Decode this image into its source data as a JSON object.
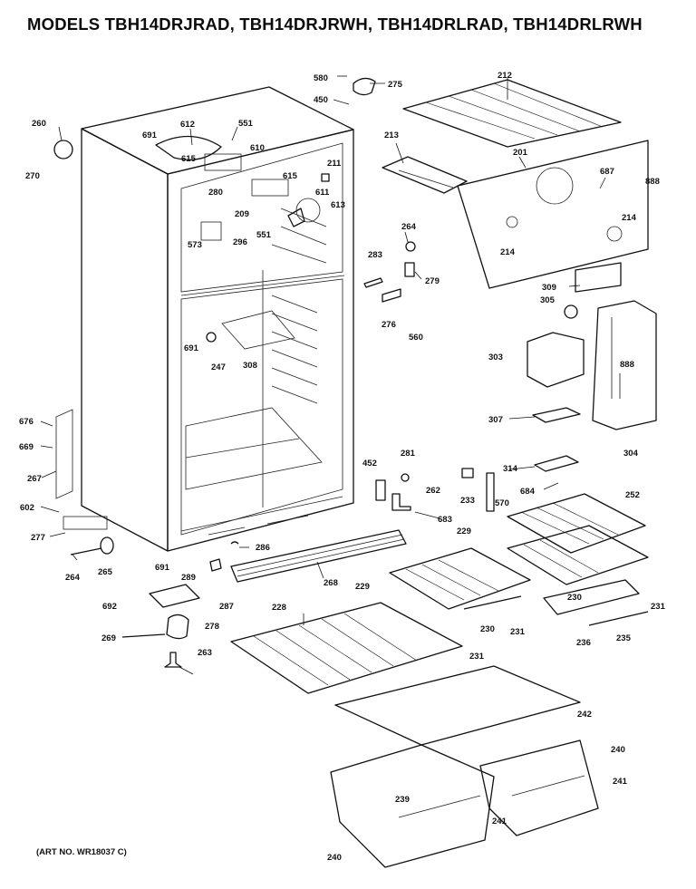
{
  "title": "MODELS TBH14DRJRAD, TBH14DRJRWH, TBH14DRLRAD, TBH14DRLRWH",
  "art_number": "(ART NO. WR18037 C)",
  "parts": [
    {
      "id": "p580",
      "text": "580"
    },
    {
      "id": "p275",
      "text": "275"
    },
    {
      "id": "p450",
      "text": "450"
    },
    {
      "id": "p212",
      "text": "212"
    },
    {
      "id": "p260",
      "text": "260"
    },
    {
      "id": "p612",
      "text": "612"
    },
    {
      "id": "p551a",
      "text": "551"
    },
    {
      "id": "p691a",
      "text": "691"
    },
    {
      "id": "p610",
      "text": "610"
    },
    {
      "id": "p615a",
      "text": "615"
    },
    {
      "id": "p270",
      "text": "270"
    },
    {
      "id": "p615b",
      "text": "615"
    },
    {
      "id": "p211",
      "text": "211"
    },
    {
      "id": "p213",
      "text": "213"
    },
    {
      "id": "p201",
      "text": "201"
    },
    {
      "id": "p687",
      "text": "687"
    },
    {
      "id": "p888a",
      "text": "888"
    },
    {
      "id": "p280",
      "text": "280"
    },
    {
      "id": "p611",
      "text": "611"
    },
    {
      "id": "p209",
      "text": "209"
    },
    {
      "id": "p613",
      "text": "613"
    },
    {
      "id": "p573",
      "text": "573"
    },
    {
      "id": "p296",
      "text": "296"
    },
    {
      "id": "p551b",
      "text": "551"
    },
    {
      "id": "p264a",
      "text": "264"
    },
    {
      "id": "p214a",
      "text": "214"
    },
    {
      "id": "p214b",
      "text": "214"
    },
    {
      "id": "p283",
      "text": "283"
    },
    {
      "id": "p279",
      "text": "279"
    },
    {
      "id": "p309",
      "text": "309"
    },
    {
      "id": "p305",
      "text": "305"
    },
    {
      "id": "p276",
      "text": "276"
    },
    {
      "id": "p560",
      "text": "560"
    },
    {
      "id": "p691b",
      "text": "691"
    },
    {
      "id": "p247",
      "text": "247"
    },
    {
      "id": "p308",
      "text": "308"
    },
    {
      "id": "p303",
      "text": "303"
    },
    {
      "id": "p888b",
      "text": "888"
    },
    {
      "id": "p676",
      "text": "676"
    },
    {
      "id": "p307",
      "text": "307"
    },
    {
      "id": "p669",
      "text": "669"
    },
    {
      "id": "p304",
      "text": "304"
    },
    {
      "id": "p281",
      "text": "281"
    },
    {
      "id": "p452",
      "text": "452"
    },
    {
      "id": "p314",
      "text": "314"
    },
    {
      "id": "p267",
      "text": "267"
    },
    {
      "id": "p684",
      "text": "684"
    },
    {
      "id": "p262",
      "text": "262"
    },
    {
      "id": "p233",
      "text": "233"
    },
    {
      "id": "p570",
      "text": "570"
    },
    {
      "id": "p252",
      "text": "252"
    },
    {
      "id": "p602",
      "text": "602"
    },
    {
      "id": "p683",
      "text": "683"
    },
    {
      "id": "p277",
      "text": "277"
    },
    {
      "id": "p286",
      "text": "286"
    },
    {
      "id": "p229a",
      "text": "229"
    },
    {
      "id": "p264b",
      "text": "264"
    },
    {
      "id": "p265",
      "text": "265"
    },
    {
      "id": "p691c",
      "text": "691"
    },
    {
      "id": "p268",
      "text": "268"
    },
    {
      "id": "p229b",
      "text": "229"
    },
    {
      "id": "p289",
      "text": "289"
    },
    {
      "id": "p230a",
      "text": "230"
    },
    {
      "id": "p231a",
      "text": "231"
    },
    {
      "id": "p692",
      "text": "692"
    },
    {
      "id": "p287",
      "text": "287"
    },
    {
      "id": "p228",
      "text": "228"
    },
    {
      "id": "p230b",
      "text": "230"
    },
    {
      "id": "p231b",
      "text": "231"
    },
    {
      "id": "p278",
      "text": "278"
    },
    {
      "id": "p269",
      "text": "269"
    },
    {
      "id": "p236",
      "text": "236"
    },
    {
      "id": "p235",
      "text": "235"
    },
    {
      "id": "p231c",
      "text": "231"
    },
    {
      "id": "p263",
      "text": "263"
    },
    {
      "id": "p242",
      "text": "242"
    },
    {
      "id": "p240a",
      "text": "240"
    },
    {
      "id": "p241a",
      "text": "241"
    },
    {
      "id": "p239",
      "text": "239"
    },
    {
      "id": "p241b",
      "text": "241"
    },
    {
      "id": "p240b",
      "text": "240"
    }
  ]
}
